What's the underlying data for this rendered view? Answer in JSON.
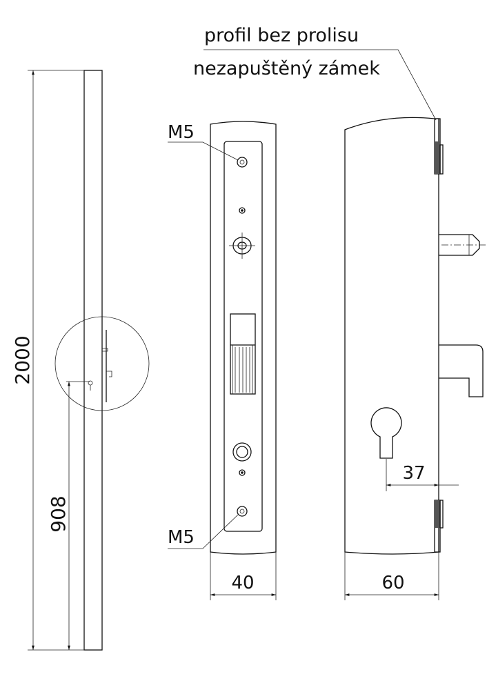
{
  "notes": {
    "profile": "profil bez prolisu",
    "lock": "nezapuštěný zámek"
  },
  "labels": {
    "screw_top": "M5",
    "screw_bottom": "M5"
  },
  "dimensions": {
    "door_height": "2000",
    "handle_height": "908",
    "faceplate_width": "40",
    "backset": "37",
    "lock_depth": "60"
  },
  "colors": {
    "line": "#111111",
    "background": "#ffffff"
  }
}
